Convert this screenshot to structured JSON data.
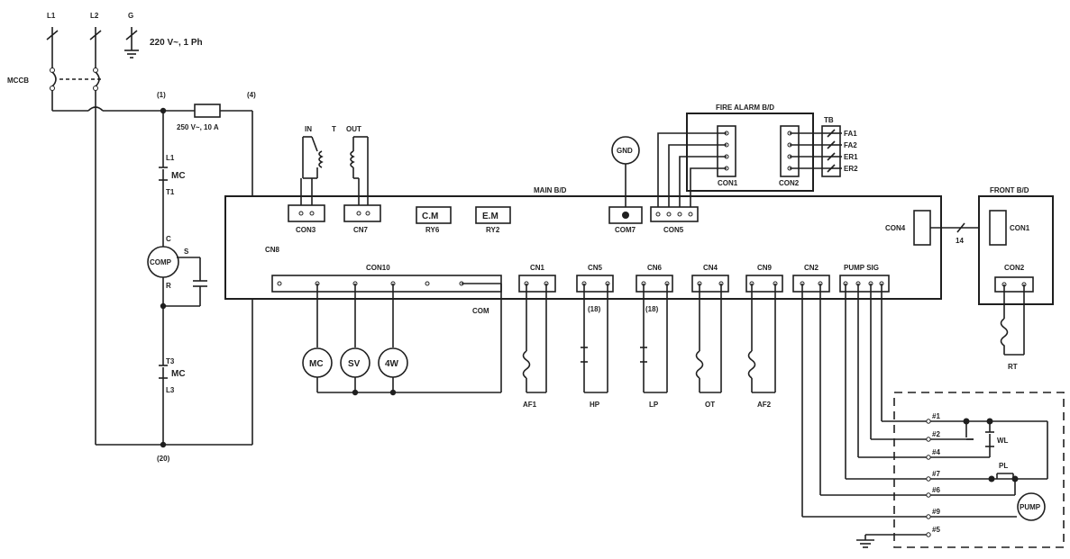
{
  "labels": {
    "l1": "L1",
    "l2": "L2",
    "g": "G",
    "supply": "220 V~, 1 Ph",
    "mccb": "MCCB",
    "n1": "(1)",
    "n4": "(4)",
    "n20": "(20)",
    "fuse": "250 V~, 10 A",
    "mc_top_l1": "L1",
    "mc_top": "MC",
    "mc_top_t1": "T1",
    "comp_c": "C",
    "comp": "COMP",
    "comp_s": "S",
    "comp_r": "R",
    "mc_bot_t3": "T3",
    "mc_bot": "MC",
    "mc_bot_l3": "L3",
    "cn8": "CN8",
    "in": "IN",
    "t": "T",
    "out": "OUT",
    "con3": "CON3",
    "cn7": "CN7",
    "cm": "C.M",
    "ry6": "RY6",
    "em": "E.M",
    "ry2": "RY2",
    "gnd": "GND",
    "com7": "COM7",
    "con5": "CON5",
    "main_bd": "MAIN B/D",
    "fire_alarm": "FIRE ALARM B/D",
    "con1_fa": "CON1",
    "con2_fa": "CON2",
    "tb": "TB",
    "fa1": "FA1",
    "fa2": "FA2",
    "er1": "ER1",
    "er2": "ER2",
    "con4": "CON4",
    "num14": "14",
    "front_bd": "FRONT B/D",
    "con1_f": "CON1",
    "con2_f": "CON2",
    "rt": "RT",
    "con10": "CON10",
    "com": "COM",
    "cn1": "CN1",
    "cn5": "CN5",
    "cn6": "CN6",
    "cn4": "CN4",
    "cn9": "CN9",
    "cn2": "CN2",
    "pump_sig": "PUMP SIG",
    "n18a": "(18)",
    "n18b": "(18)",
    "mc_load": "MC",
    "sv": "SV",
    "fourw": "4W",
    "af1": "AF1",
    "hp": "HP",
    "lp": "LP",
    "ot": "OT",
    "af2": "AF2",
    "p1": "#1",
    "p2": "#2",
    "p4": "#4",
    "p7": "#7",
    "p6": "#6",
    "p9": "#9",
    "p5": "#5",
    "wl": "WL",
    "pl": "PL",
    "pump": "PUMP"
  }
}
